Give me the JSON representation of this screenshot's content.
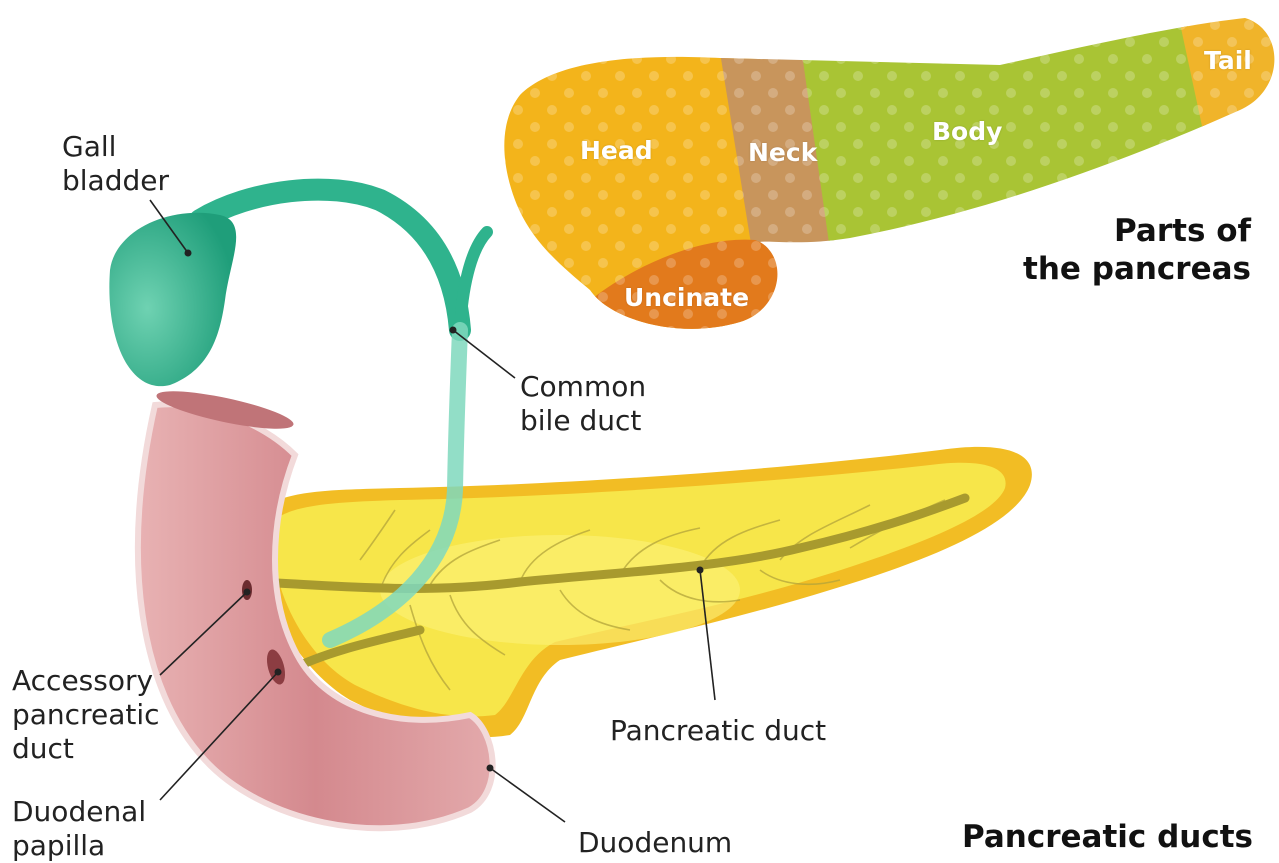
{
  "titles": {
    "parts": "Parts of\nthe pancreas",
    "ducts": "Pancreatic ducts"
  },
  "parts": {
    "head": "Head",
    "neck": "Neck",
    "body": "Body",
    "tail": "Tail",
    "uncinate": "Uncinate"
  },
  "labels": {
    "gall_bladder": "Gall\nbladder",
    "common_bile_duct": "Common\nbile duct",
    "accessory_pancreatic_duct": "Accessory\npancreatic\nduct",
    "duodenal_papilla": "Duodenal\npapilla",
    "pancreatic_duct": "Pancreatic duct",
    "duodenum": "Duodenum"
  },
  "colors": {
    "head": "#f3b41b",
    "neck": "#c8955c",
    "body": "#a9c434",
    "tail": "#f0b42a",
    "uncinate": "#e27a1c",
    "gall_bladder": "#2fb38d",
    "pancreas": "#f7e64a",
    "pancreas_rim": "#f2bd24",
    "duodenum": "#d79a9e",
    "duct": "#a89a2e"
  }
}
